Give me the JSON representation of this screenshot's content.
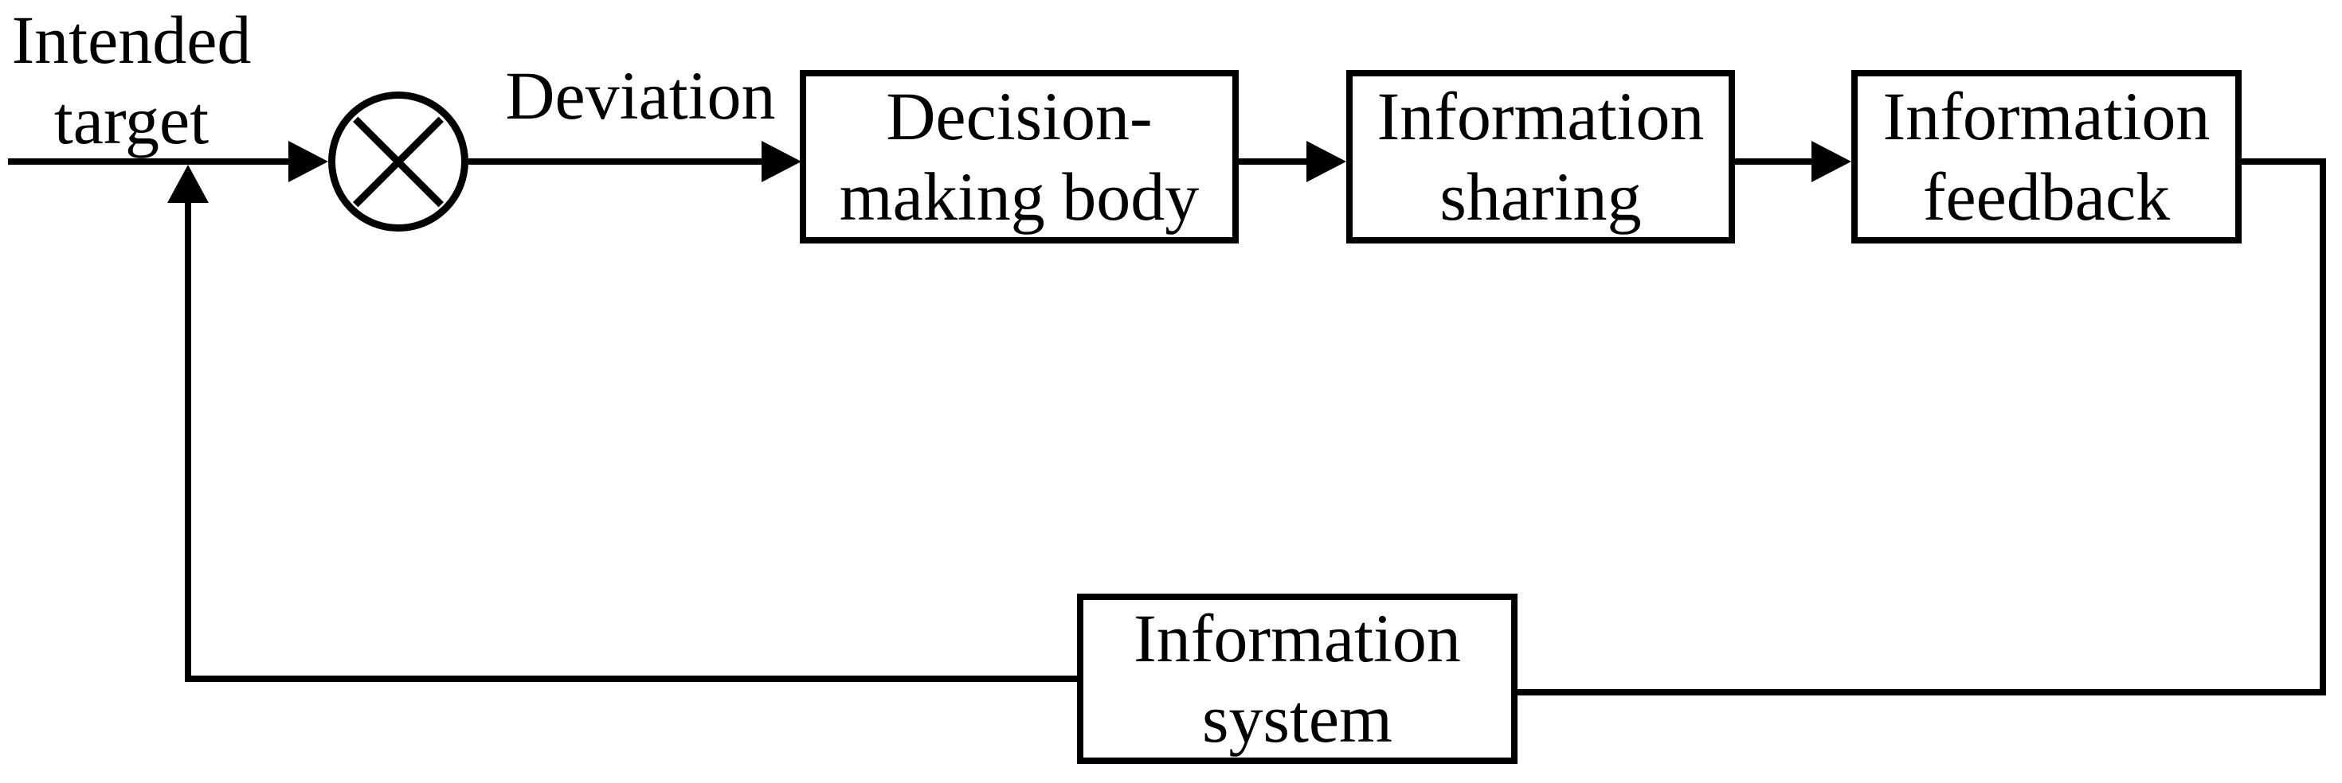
{
  "diagram": {
    "colors": {
      "stroke": "#000000",
      "background": "#ffffff"
    },
    "source_label": {
      "line1": "Intended",
      "line2": "target"
    },
    "deviation_label": "Deviation",
    "nodes": [
      {
        "id": "decision-making-body",
        "line1": "Decision-",
        "line2": "making body"
      },
      {
        "id": "information-sharing",
        "line1": "Information",
        "line2": "sharing"
      },
      {
        "id": "information-feedback",
        "line1": "Information",
        "line2": "feedback"
      },
      {
        "id": "information-system",
        "line1": "Information",
        "line2": "system"
      }
    ]
  }
}
